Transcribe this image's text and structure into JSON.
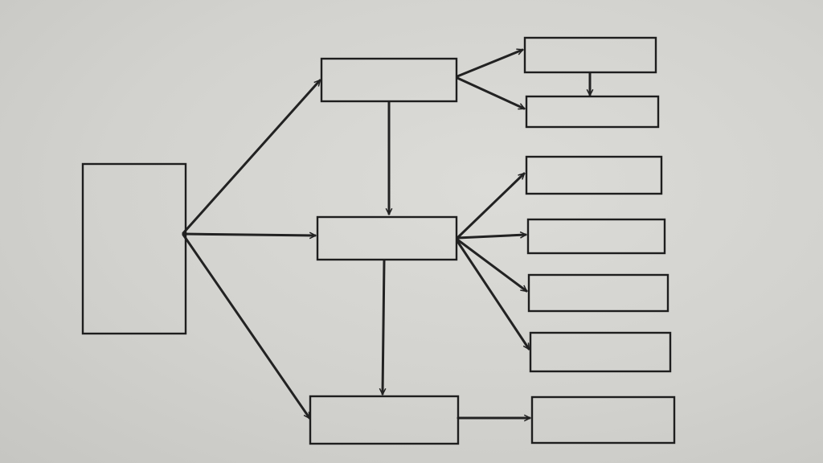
{
  "diagram": {
    "colors": {
      "paper": "#d3d3cf",
      "ink": "#1e1e1e"
    },
    "nodes": [
      {
        "id": "root",
        "label": ""
      },
      {
        "id": "top",
        "label": ""
      },
      {
        "id": "mid",
        "label": ""
      },
      {
        "id": "bot",
        "label": ""
      },
      {
        "id": "t1",
        "label": ""
      },
      {
        "id": "t2",
        "label": ""
      },
      {
        "id": "m1",
        "label": ""
      },
      {
        "id": "m2",
        "label": ""
      },
      {
        "id": "m3",
        "label": ""
      },
      {
        "id": "m4",
        "label": ""
      },
      {
        "id": "b1",
        "label": ""
      }
    ],
    "edges": [
      {
        "from": "root",
        "to": "top"
      },
      {
        "from": "root",
        "to": "mid"
      },
      {
        "from": "root",
        "to": "bot"
      },
      {
        "from": "top",
        "to": "mid"
      },
      {
        "from": "mid",
        "to": "bot"
      },
      {
        "from": "top",
        "to": "t1"
      },
      {
        "from": "top",
        "to": "t2"
      },
      {
        "from": "t1",
        "to": "t2"
      },
      {
        "from": "mid",
        "to": "m1"
      },
      {
        "from": "mid",
        "to": "m2"
      },
      {
        "from": "mid",
        "to": "m3"
      },
      {
        "from": "mid",
        "to": "m4"
      },
      {
        "from": "bot",
        "to": "b1"
      }
    ]
  }
}
